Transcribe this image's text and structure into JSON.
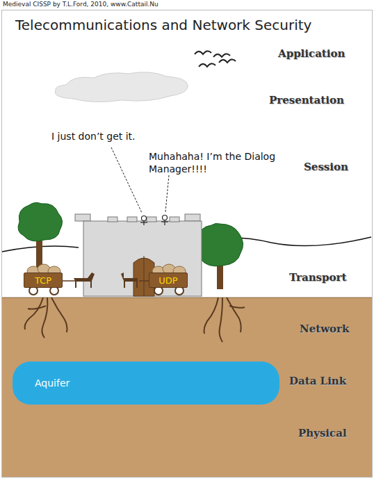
{
  "diagram": {
    "title": "Telecommunications and Network Security",
    "nodes": [
      {
        "text": [
          "TCP"
        ]
      },
      {
        "text": [
          "UDP"
        ]
      },
      {
        "text": [
          "Aquifer"
        ]
      }
    ],
    "labels": [
      "Medieval CISSP by T.L.Ford, 2010, www.Cattail.Nu",
      "I just don’t get it.",
      "Muhahaha! I’m the Dialog Manager!!!!",
      "Application",
      "Presentation",
      "Session",
      "Transport",
      "Network",
      "Data Link",
      "Physical"
    ]
  }
}
